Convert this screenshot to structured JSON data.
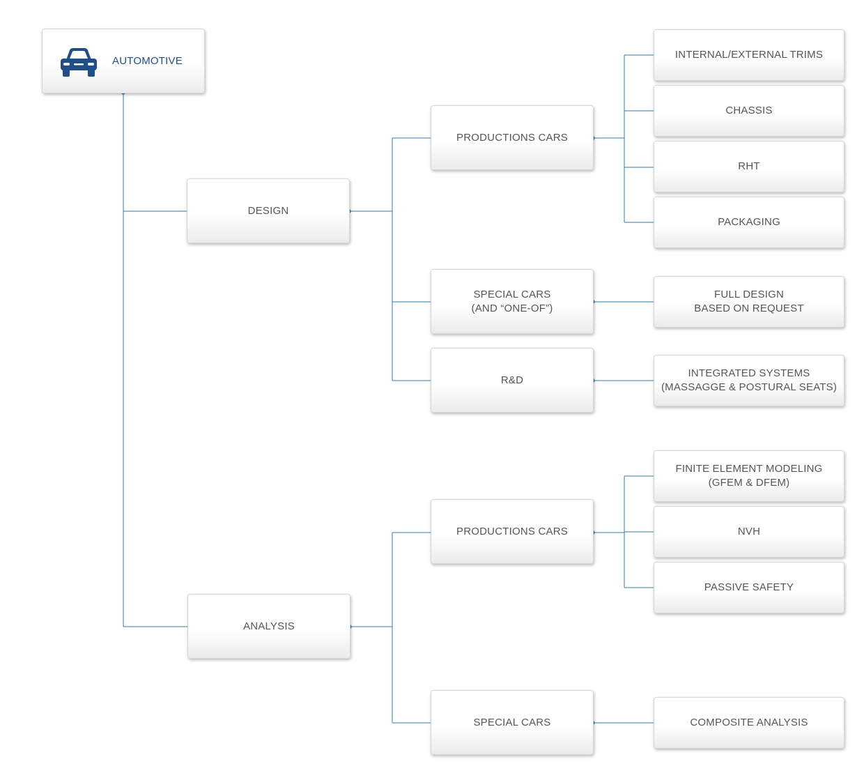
{
  "colors": {
    "connector": "#2e7fae",
    "root_text": "#1f4e89",
    "node_text": "#555555",
    "icon": "#1f4e89"
  },
  "root": {
    "label": "AUTOMOTIVE",
    "icon": "car-icon"
  },
  "design": {
    "label": "DESIGN",
    "production_cars": {
      "label": "PRODUCTIONS CARS",
      "children": [
        "INTERNAL/EXTERNAL TRIMS",
        "CHASSIS",
        "RHT",
        "PACKAGING"
      ]
    },
    "special_cars": {
      "line1": "SPECIAL CARS",
      "line2": "(AND “ONE-OF”)",
      "child": {
        "line1": "FULL DESIGN",
        "line2": "BASED ON REQUEST"
      }
    },
    "rnd": {
      "label": "R&D",
      "child": {
        "line1": "INTEGRATED SYSTEMS",
        "line2": "(MASSAGGE & POSTURAL SEATS)"
      }
    }
  },
  "analysis": {
    "label": "ANALYSIS",
    "production_cars": {
      "label": "PRODUCTIONS CARS",
      "fem": {
        "line1": "FINITE ELEMENT MODELING",
        "line2": "(GFEM & DFEM)"
      },
      "nvh": "NVH",
      "passive_safety": "PASSIVE SAFETY"
    },
    "special_cars": {
      "label": "SPECIAL CARS",
      "child": "COMPOSITE ANALYSIS"
    }
  }
}
